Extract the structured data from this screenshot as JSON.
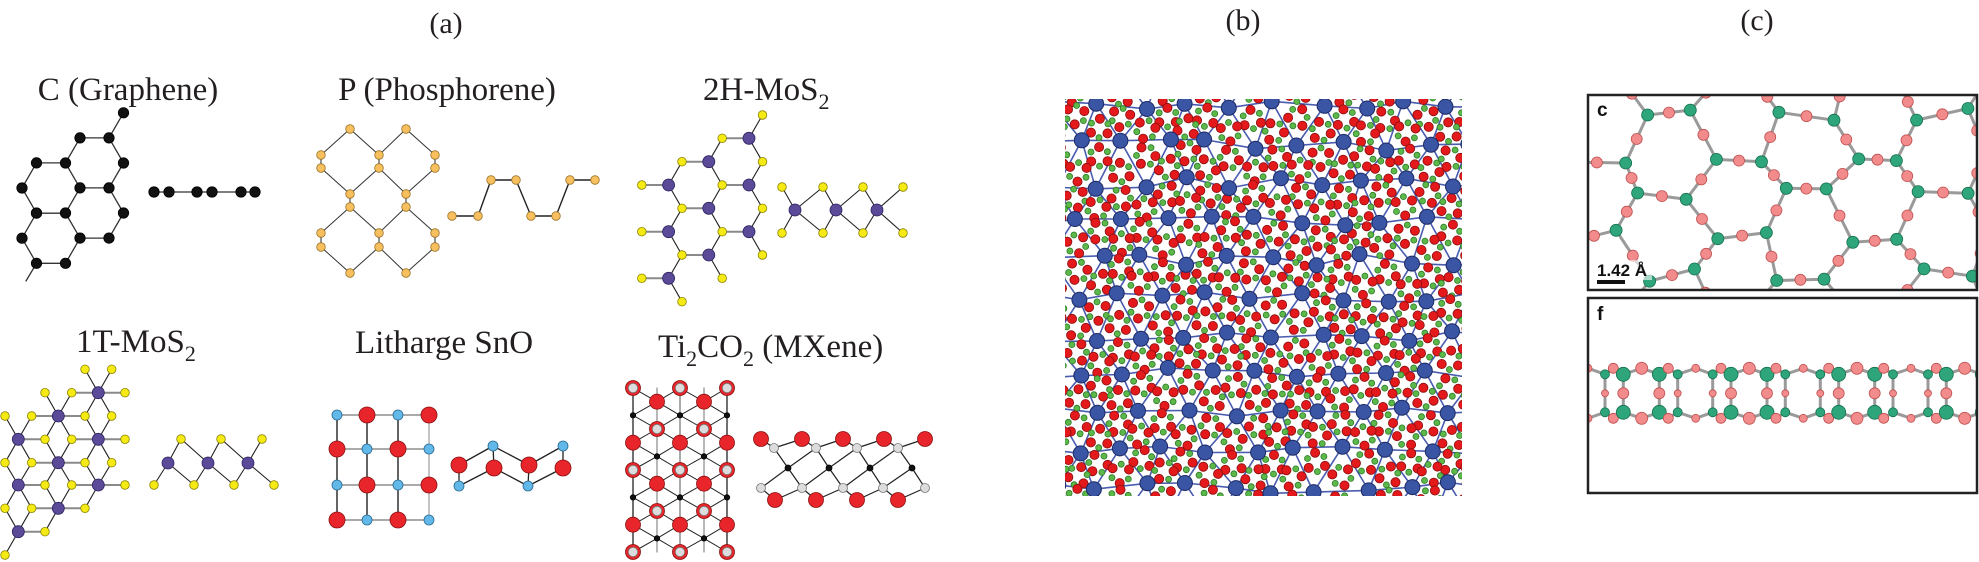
{
  "panel_labels": {
    "a": "(a)",
    "b": "(b)",
    "c": "(c)"
  },
  "panel_a": {
    "graphene": {
      "title": "C (Graphene)"
    },
    "phosphorene": {
      "title": "P (Phosphorene)"
    },
    "mos2_2h": {
      "title_main": "2H-MoS",
      "title_sub": "2"
    },
    "mos2_1t": {
      "title_main": "1T-MoS",
      "title_sub": "2"
    },
    "sno": {
      "title": "Litharge SnO"
    },
    "mxene": {
      "t1": "Ti",
      "s1": "2",
      "t2": "CO",
      "s2": "2",
      "t3": " (MXene)"
    }
  },
  "panel_c": {
    "top_inset_label": "c",
    "scale_bar": "1.42 Å",
    "bottom_inset_label": "f"
  },
  "colors": {
    "carbon": "#111111",
    "phosphorus": "#f7bf5e",
    "sulfur": "#f5ea14",
    "molybdenum": "#5b4a98",
    "tin": "#62b8e8",
    "oxygen": "#e8252a",
    "titanium": "#dcdcdc",
    "b_node": "#3a55a3",
    "b_bond": "#4a5cb0",
    "b_red": "#e3191c",
    "b_green": "#5cb84a",
    "c_green": "#2ea57a",
    "c_pink": "#f28c8c",
    "c_bond": "#9a9a9a"
  }
}
